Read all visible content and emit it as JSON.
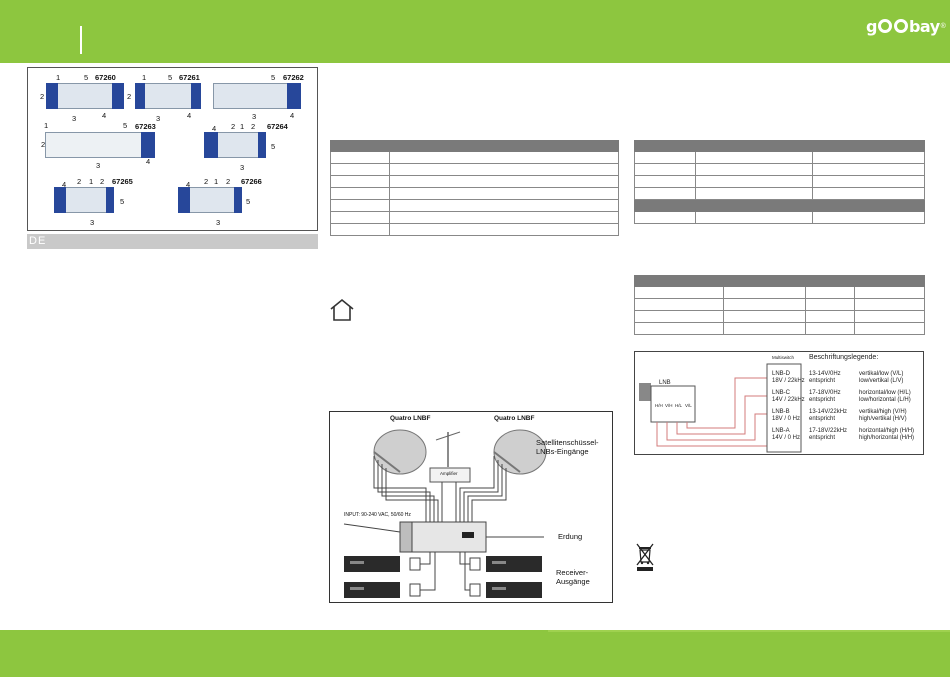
{
  "brand": {
    "logo_text": "goobay",
    "registered": "®"
  },
  "language_tab": "DE",
  "products": [
    {
      "model": "67260",
      "callouts": [
        "1",
        "5",
        "2",
        "3",
        "4"
      ]
    },
    {
      "model": "67261",
      "callouts": [
        "1",
        "5",
        "2",
        "3",
        "4"
      ]
    },
    {
      "model": "67262",
      "callouts": [
        "5",
        "3",
        "4"
      ]
    },
    {
      "model": "67263",
      "callouts": [
        "1",
        "5",
        "2",
        "3",
        "4"
      ]
    },
    {
      "model": "67264",
      "callouts": [
        "4",
        "2",
        "1",
        "2",
        "5",
        "3"
      ]
    },
    {
      "model": "67265",
      "callouts": [
        "4",
        "2",
        "1",
        "2",
        "5",
        "3"
      ]
    },
    {
      "model": "67266",
      "callouts": [
        "4",
        "2",
        "1",
        "2",
        "5",
        "3"
      ]
    }
  ],
  "diagram": {
    "lnbf_left": "Quatro LNBF",
    "lnbf_right": "Quatro LNBF",
    "dish_inputs": "Satellitenschüssel-\nLNBs-Eingänge",
    "amplifier": "Amplifier",
    "power_input": "INPUT: 90-240 VAC, 50/60 Hz",
    "ground": "Erdung",
    "receiver_outputs": "Receiver-\nAusgänge"
  },
  "legend": {
    "header_left": "Multiswitch",
    "header_right": "Beschriftungslegende:",
    "lnb_label": "LNB",
    "lnb_ports": [
      "H/H",
      "V/H",
      "H/L",
      "V/L"
    ],
    "rows": [
      {
        "port": "LNB-D",
        "signal": "18V / 22kHz",
        "voltage": "13-14V/0Hz",
        "corresponds": "entspricht",
        "desc1": "vertikal/low (V/L)",
        "desc2": "low/vertikal (L/V)"
      },
      {
        "port": "LNB-C",
        "signal": "14V / 22kHz",
        "voltage": "17-18V/0Hz",
        "corresponds": "entspricht",
        "desc1": "horizontal/low (H/L)",
        "desc2": "low/horizontal (L/H)"
      },
      {
        "port": "LNB-B",
        "signal": "18V / 0 Hz",
        "voltage": "13-14V/22kHz",
        "corresponds": "entspricht",
        "desc1": "vertikal/high (V/H)",
        "desc2": "high/vertikal (H/V)"
      },
      {
        "port": "LNB-A",
        "signal": "14V / 0 Hz",
        "voltage": "17-18V/22kHz",
        "corresponds": "entspricht",
        "desc1": "horizontal/high (H/H)",
        "desc2": "high/horizontal (H/H)"
      }
    ]
  },
  "colors": {
    "brand_green": "#8dc63f",
    "device_blue": "#27479a",
    "table_header": "#7a7a7a",
    "lang_tab": "#c9c9c9"
  },
  "icons": [
    "home-icon",
    "weee-bin-icon"
  ]
}
